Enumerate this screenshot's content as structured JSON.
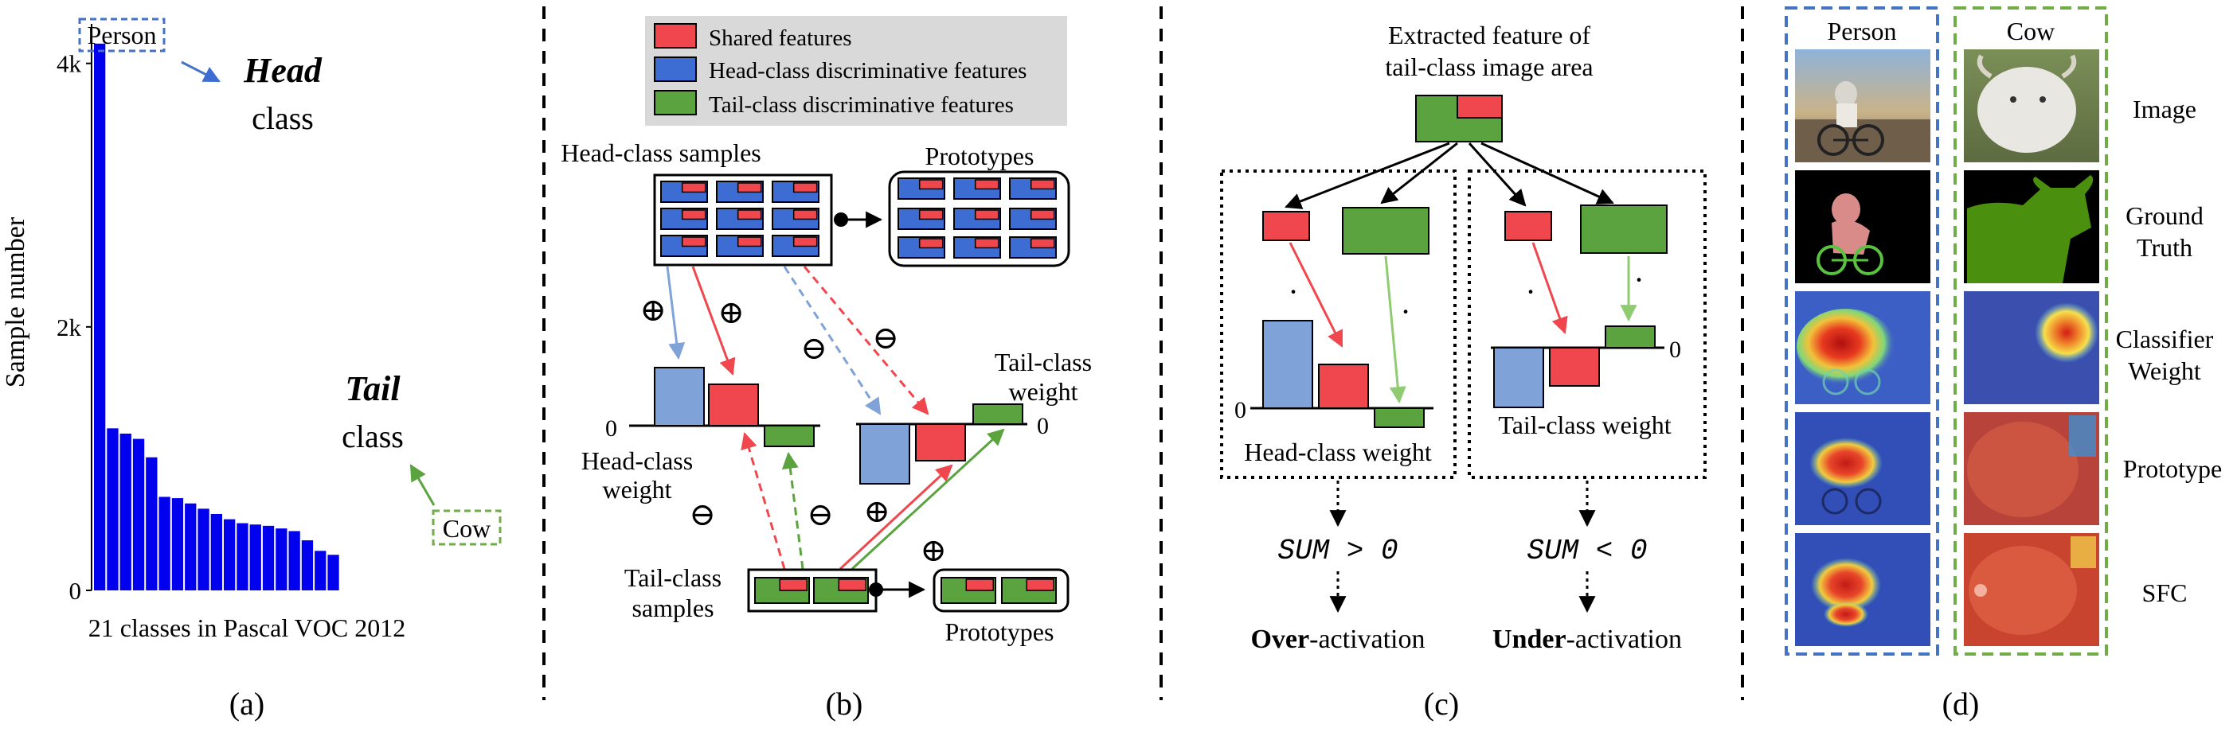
{
  "panel_labels": {
    "a": "(a)",
    "b": "(b)",
    "c": "(c)",
    "d": "(d)"
  },
  "colors": {
    "bar_blue": "#0000ee",
    "shared_red": "#f0474e",
    "head_blue": "#3d6dd2",
    "tail_green": "#5aa33f",
    "light_blue_bar": "#7fa2d8",
    "light_green_arrow": "#8fcb71",
    "legend_bg": "#d9d9d9",
    "d_person_border": "#4472c4",
    "d_cow_border": "#70ad47"
  },
  "panel_a": {
    "tags": {
      "person": "Person",
      "cow": "Cow"
    },
    "head_word": "Head",
    "tail_word": "Tail",
    "class_word": "class",
    "chart_data": {
      "type": "bar",
      "title": "",
      "xlabel": "21 classes in Pascal VOC 2012",
      "ylabel": "Sample number",
      "yticks": [
        "0",
        "2k",
        "4k"
      ],
      "ylim": [
        0,
        4300
      ],
      "values": [
        4150,
        1230,
        1190,
        1150,
        1010,
        710,
        700,
        660,
        620,
        580,
        540,
        510,
        500,
        490,
        470,
        450,
        380,
        300,
        270
      ],
      "annotations": [
        "Person",
        "Cow",
        "Head class",
        "Tail class"
      ]
    }
  },
  "panel_b": {
    "legend": {
      "shared": "Shared features",
      "head": "Head-class discriminative features",
      "tail": "Tail-class discriminative features"
    },
    "head_samples_label": "Head-class samples",
    "prototypes_label": "Prototypes",
    "tail_weight_label": [
      "Tail-class",
      "weight"
    ],
    "head_weight_label": [
      "Head-class",
      "weight"
    ],
    "tail_samples_label": [
      "Tail-class",
      "samples"
    ],
    "zero": "0",
    "oplus": "⊕",
    "ominus": "⊖"
  },
  "panel_c": {
    "title": [
      "Extracted feature of",
      "tail-class image area"
    ],
    "dot": "·",
    "zero": "0",
    "head_weight_label": "Head-class weight",
    "tail_weight_label": "Tail-class weight",
    "sum_gt": "SUM > 0",
    "sum_lt": "SUM < 0",
    "over_bold": "Over",
    "over_rest": "-activation",
    "under_bold": "Under",
    "under_rest": "-activation"
  },
  "panel_d": {
    "col_person": "Person",
    "col_cow": "Cow",
    "rows": [
      "Image",
      [
        "Ground",
        "Truth"
      ],
      [
        "Classifier",
        "Weight"
      ],
      "Prototype",
      "SFC"
    ]
  }
}
